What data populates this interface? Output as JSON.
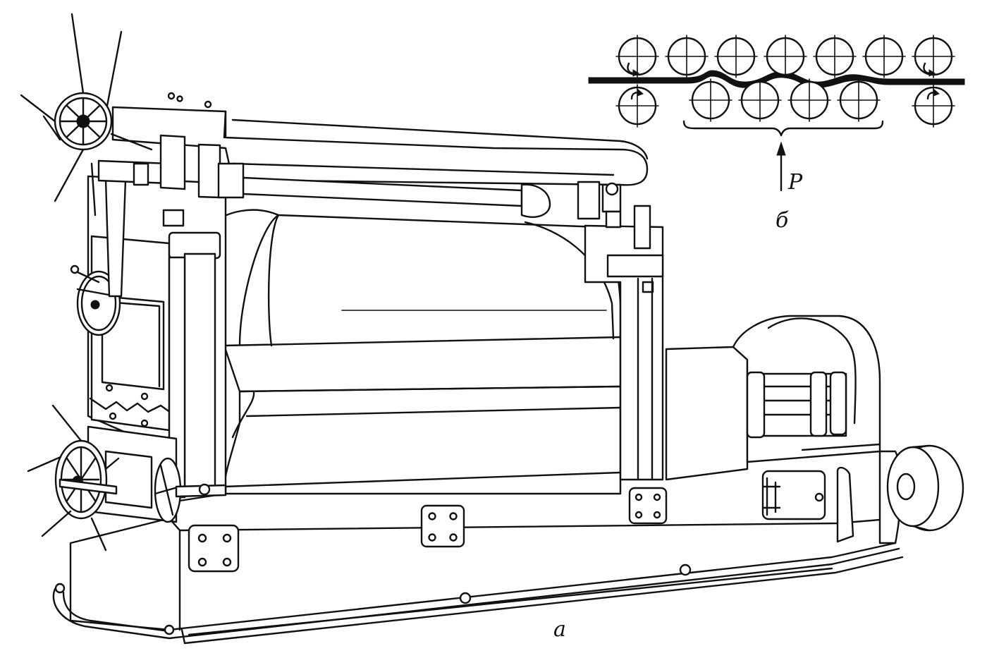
{
  "figure": {
    "label_a": "а",
    "label_b": "б",
    "force_label": "P"
  },
  "colors": {
    "ink": "#111111",
    "paper": "#ffffff"
  },
  "inset_b": {
    "upper_roll_count": 7,
    "lower_roll_count": 6
  }
}
